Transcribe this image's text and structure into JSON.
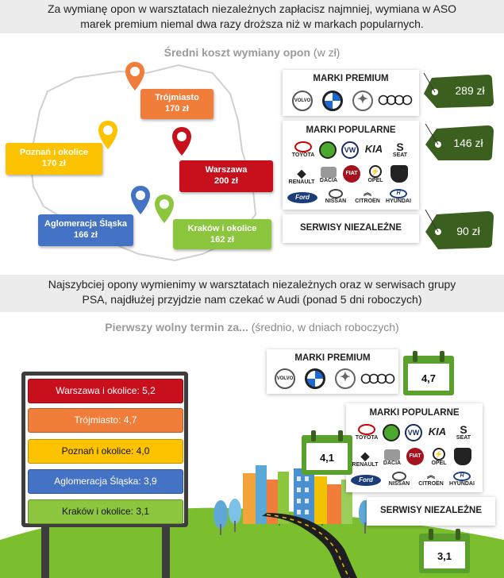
{
  "banner_top": {
    "line1": "Za wymianę opon w warsztatach niezależnych zapłacisz najmniej, wymiana w ASO",
    "line2": "marek premium niemal dwa razy droższa niż w markach popularnych."
  },
  "cost_section": {
    "title": "Średni koszt wymiany opon",
    "unit": "(w zł)"
  },
  "cities_cost": [
    {
      "name": "Trójmiasto",
      "value": "170 zł",
      "color": "#f07d3a"
    },
    {
      "name": "Poznań i okolice",
      "value": "170 zł",
      "color": "#fdc200"
    },
    {
      "name": "Warszawa",
      "value": "200 zł",
      "color": "#c8101d"
    },
    {
      "name": "Aglomeracja Śląska",
      "value": "166 zł",
      "color": "#4472c4"
    },
    {
      "name": "Kraków i okolice",
      "value": "162 zł",
      "color": "#8cc63f"
    }
  ],
  "brands": {
    "premium_title": "MARKI PREMIUM",
    "popular_title": "MARKI POPULARNE",
    "independent_title": "SERWISY NIEZALEŻNE",
    "premium_logos": [
      "VOLVO",
      "BMW",
      "Mercedes",
      "Audi"
    ],
    "popular_logos": [
      "TOYOTA",
      "ŠKODA",
      "VW",
      "KIA",
      "SEAT",
      "RENAULT",
      "DACIA",
      "FIAT",
      "OPEL",
      "PEUGEOT",
      "Ford",
      "NISSAN",
      "CITROËN",
      "HYUNDAI"
    ]
  },
  "prices": {
    "premium": "289 zł",
    "popular": "146 zł",
    "independent": "90 zł"
  },
  "banner_mid": {
    "line1": "Najszybciej opony wymienimy w warsztatach niezależnych oraz w serwisach grupy",
    "line2": "PSA, najdłużej przyjdzie nam czekać w Audi (ponad 5 dni roboczych)"
  },
  "wait_section": {
    "title": "Pierwszy wolny termin za...",
    "sub": "(średnio, w dniach roboczych)"
  },
  "wait_board": [
    {
      "label": "Warszawa i okolice: 5,2",
      "color": "#c8101d"
    },
    {
      "label": "Trójmiasto: 4,7",
      "color": "#f07d3a"
    },
    {
      "label": "Poznań i okolice: 4,0",
      "color": "#fdc200"
    },
    {
      "label": "Aglomeracja Śląska: 3,9",
      "color": "#4472c4"
    },
    {
      "label": "Kraków i okolice: 3,1",
      "color": "#8cc63f"
    }
  ],
  "wait_values": {
    "premium": "4,7",
    "popular": "4,1",
    "independent": "3,1"
  },
  "colors": {
    "tag_green": "#3b5f1f",
    "calendar_green": "#5aa02c",
    "board_frame": "#3d3d3d",
    "hill_green": "#7cbf2e"
  }
}
